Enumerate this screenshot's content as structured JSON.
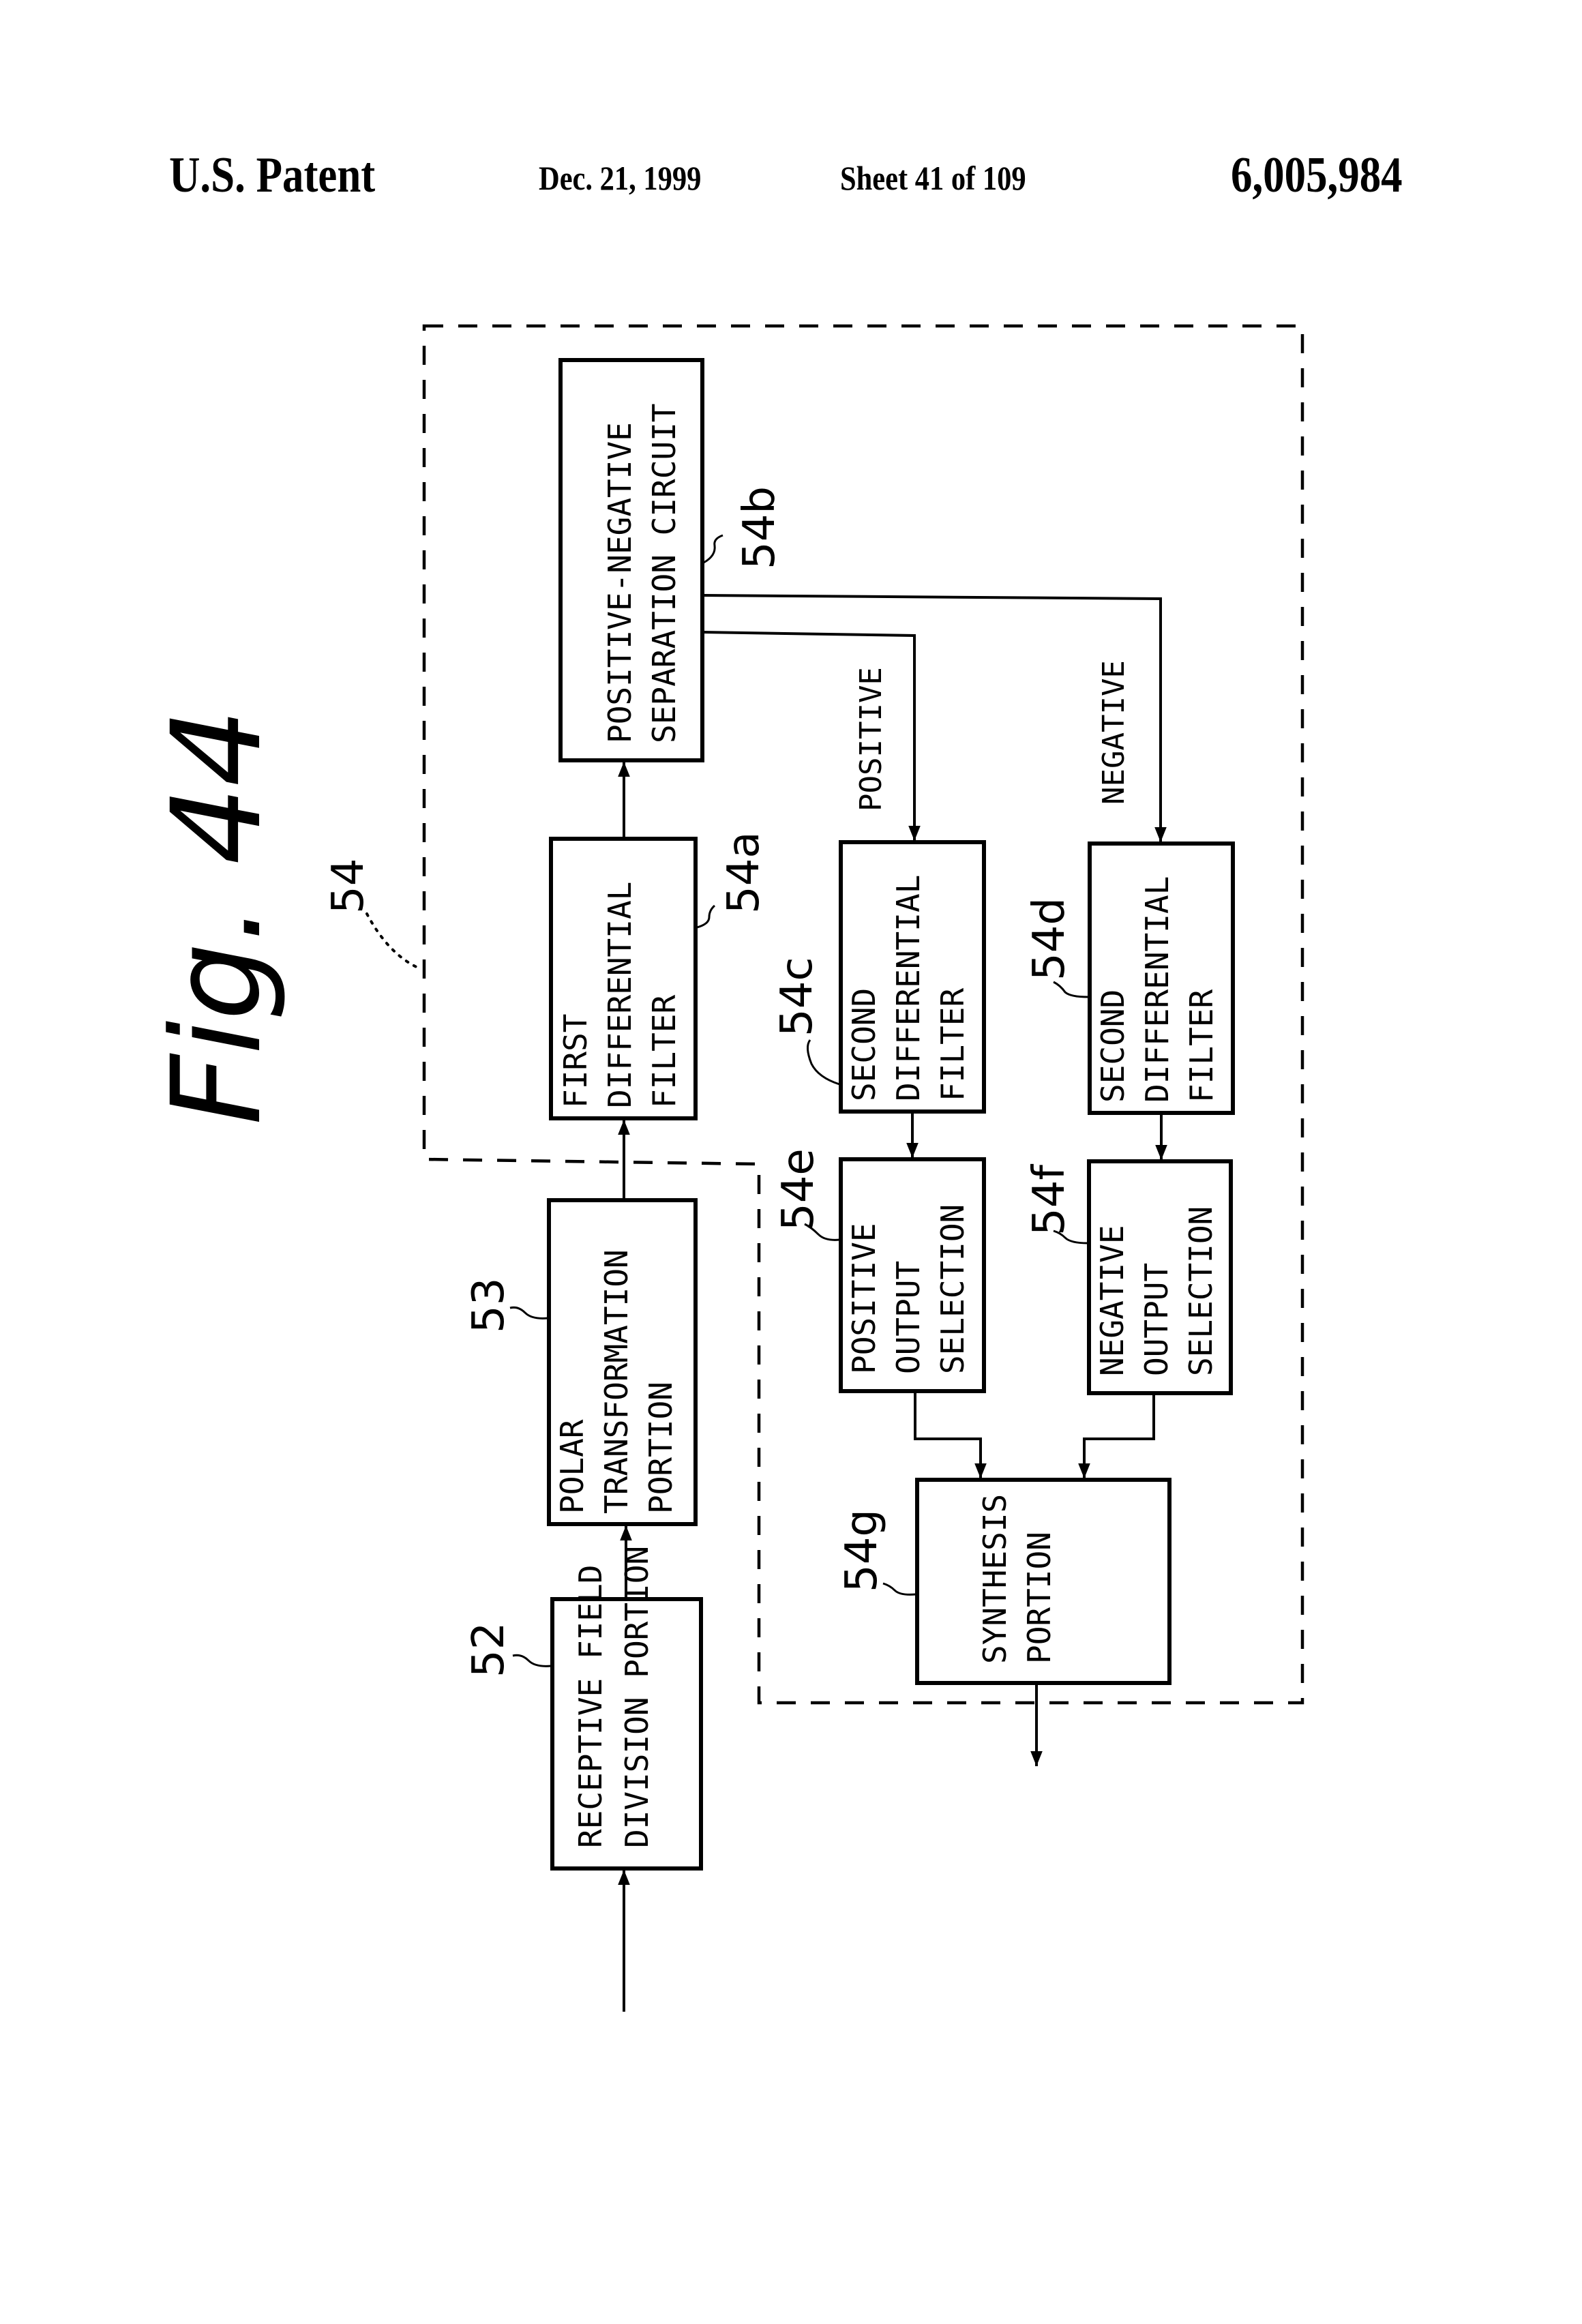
{
  "header": {
    "left": "U.S. Patent",
    "date": "Dec. 21, 1999",
    "sheet": "Sheet 41 of 109",
    "patent_number": "6,005,984"
  },
  "figure": {
    "title": "Fig. 44",
    "group_ref": "54",
    "blocks": {
      "b52": {
        "ref": "52",
        "lines": [
          "RECEPTIVE FIELD",
          "DIVISION PORTION"
        ]
      },
      "b53": {
        "ref": "53",
        "lines": [
          "POLAR",
          "TRANSFORMATION",
          "PORTION"
        ]
      },
      "b54a": {
        "ref": "54a",
        "lines": [
          "FIRST",
          "DIFFERENTIAL",
          "FILTER"
        ]
      },
      "b54b": {
        "ref": "54b",
        "lines": [
          "POSITIVE-NEGATIVE",
          "SEPARATION CIRCUIT"
        ]
      },
      "b54c": {
        "ref": "54c",
        "lines": [
          "SECOND",
          "DIFFERENTIAL",
          "FILTER"
        ]
      },
      "b54d": {
        "ref": "54d",
        "lines": [
          "SECOND",
          "DIFFERENTIAL",
          "FILTER"
        ]
      },
      "b54e": {
        "ref": "54e",
        "lines": [
          "POSITIVE",
          "OUTPUT",
          "SELECTION"
        ]
      },
      "b54f": {
        "ref": "54f",
        "lines": [
          "NEGATIVE",
          "OUTPUT",
          "SELECTION"
        ]
      },
      "b54g": {
        "ref": "54g",
        "lines": [
          "SYNTHESIS",
          "PORTION"
        ]
      }
    },
    "signals": {
      "positive": "POSITIVE",
      "negative": "NEGATIVE"
    }
  }
}
